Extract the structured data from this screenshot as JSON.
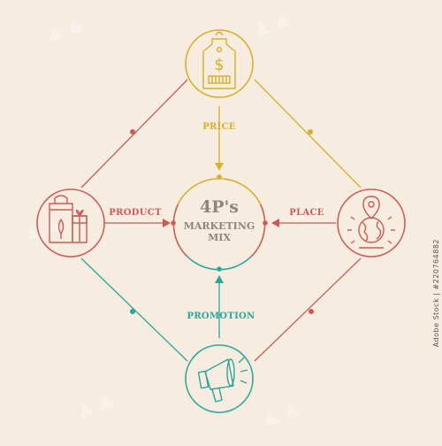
{
  "colors": {
    "background": "#f6ecdf",
    "price": "#d8ae2b",
    "product": "#cd5a57",
    "place": "#cd5a57",
    "promotion": "#2aa79b",
    "center_text": "#8d8680"
  },
  "center": {
    "title_main": "4P's",
    "title_line2": "MARKETING",
    "title_line3": "MIX"
  },
  "nodes": {
    "price": {
      "label": "PRICE",
      "icon": "price-tag-icon"
    },
    "product": {
      "label": "PRODUCT",
      "icon": "shopping-bag-gift-icon"
    },
    "place": {
      "label": "PLACE",
      "icon": "globe-location-pin-icon"
    },
    "promotion": {
      "label": "PROMOTION",
      "icon": "megaphone-icon"
    }
  },
  "watermark": {
    "stock_id": "Adobe Stock | #220764882"
  }
}
